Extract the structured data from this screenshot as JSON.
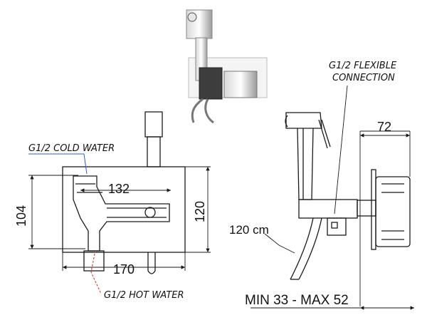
{
  "labels": {
    "cold_water": "G1/2 COLD WATER",
    "hot_water": "G1/2 HOT WATER",
    "flex_line1": "G1/2 FLEXIBLE",
    "flex_line2": "CONNECTION",
    "hose_length": "120 cm",
    "depth_range": "MIN 33 - MAX 52"
  },
  "dimensions": {
    "inner_width": "132",
    "body_width": "170",
    "height_left": "104",
    "height_right": "120",
    "projection": "72"
  },
  "colors": {
    "line": "#1a1a1a",
    "leader_red": "#d62828",
    "leader_blue": "#2b5fd9"
  }
}
